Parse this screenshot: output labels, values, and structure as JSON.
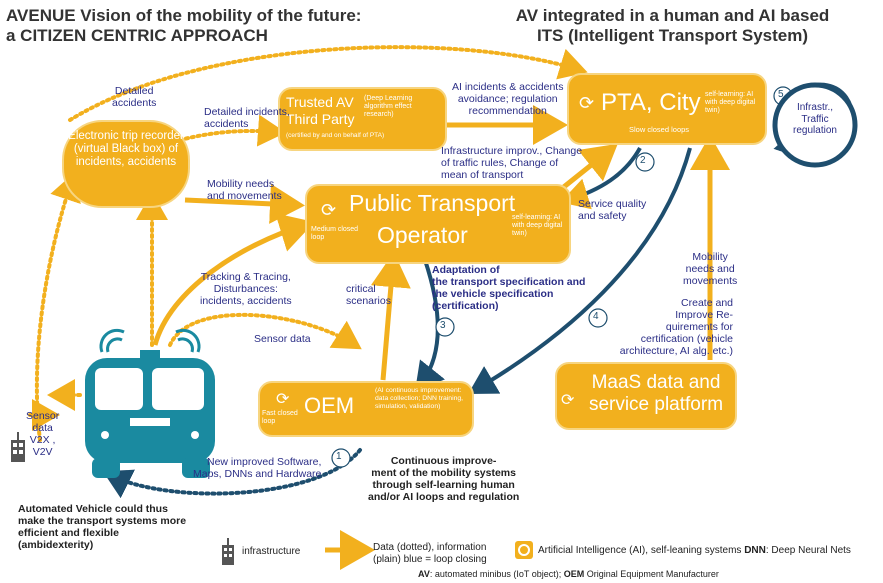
{
  "titles": {
    "left": "AVENUE Vision of the mobility of the future:\na CITIZEN CENTRIC APPROACH",
    "right": "AV integrated in a human and AI based\nITS (Intelligent Transport System)"
  },
  "nodes": {
    "recorder": "Electronic trip recorder (virtual Black box) of incidents, accidents",
    "trusted_title": "Trusted AV",
    "trusted_title2": "Third Party",
    "trusted_dl": "(Deep Learning algorithm effect research)",
    "trusted_cert": "(certified by and on behalf of PTA)",
    "pta_title": "PTA, City",
    "pta_self": "self-learning: AI with deep digital twin)",
    "pta_slow": "Slow closed loops",
    "infra": "Infrastr., Traffic regulation",
    "pto_title1": "Public Transport",
    "pto_title2": "Operator",
    "pto_medium": "Medium closed loop",
    "pto_self": "self-learning: AI with deep digital twin)",
    "oem_title": "OEM",
    "oem_fast": "Fast closed loop",
    "oem_ai": "(AI continuous improvement: data collection; DNN training, simulation, validation)",
    "maas": "MaaS data and service platform"
  },
  "labels": {
    "detailed_accidents": "Detailed\naccidents",
    "detailed_incidents": "Detailed incidents,\naccidents",
    "ai_incidents": "AI incidents & accidents\navoidance; regulation\nrecommendation",
    "infra_improv": "Infrastructure improv., Change\nof traffic rules, Change of\nmean of transport",
    "mobility_needs": "Mobility needs\nand movements",
    "service_quality": "Service quality\nand safety",
    "tracking": "Tracking & Tracing,\nDisturbances:\nincidents, accidents",
    "critical": "critical\nscenarios",
    "adaptation": "Adaptation of\nthe transport specification and\nthe vehicle specification\n(certification)",
    "mobility_needs2": "Mobility\nneeds and\nmovements",
    "create_improve": "Create and\nImprove Re-\nquirements for\ncertification (vehicle\narchitecture, AI alg. etc.)",
    "sensor_data": "Sensor data",
    "sensor_v2x": "Sensor\ndata\nV2X ,\nV2V",
    "new_improved": "New improved Software,\nMaps, DNNs and Hardware",
    "continuous": "Continuous improve-\nment of the mobility systems\nthrough self-learning human\nand/or AI loops and regulation",
    "automated": "Automated Vehicle could thus\nmake the transport systems more\nefficient and flexible\n(ambidexterity)"
  },
  "loop_numbers": [
    "1",
    "2",
    "3",
    "4",
    "5"
  ],
  "legend": {
    "infrastructure": "infrastructure",
    "data_info": "Data (dotted), information\n(plain) blue = loop closing",
    "ai_label": "Artificial Intelligence (AI), self-leaning systems",
    "dnn_abbr": "DNN",
    "dnn_text": ": Deep Neural Nets",
    "av_abbr": "AV",
    "av_text": ": automated minibus (IoT object);",
    "oem_abbr": "OEM",
    "oem_text": "Original Equipment Manufacturer"
  },
  "colors": {
    "orange": "#f2b01e",
    "dark_blue": "#1e4e6e",
    "text_blue": "#2b2e86",
    "teal": "#1a8aa0"
  }
}
